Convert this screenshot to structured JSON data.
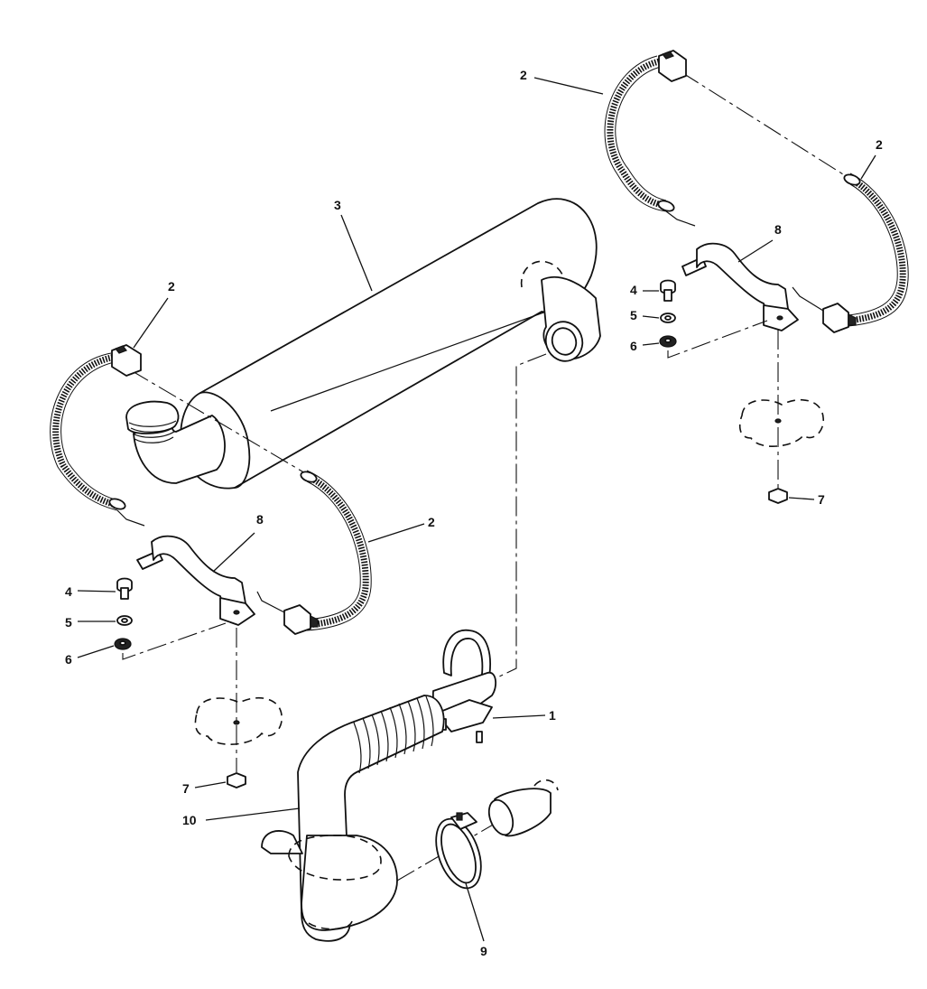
{
  "callouts": {
    "clamp_u_bolt": "1",
    "band_clamp_a": "2",
    "band_clamp_b": "2",
    "band_clamp_c": "2",
    "band_clamp_d": "2",
    "muffler": "3",
    "screw_left": "4",
    "lock_washer_left": "5",
    "flat_washer_left": "6",
    "nut_left": "7",
    "bracket_left": "8",
    "screw_right": "4",
    "lock_washer_right": "5",
    "flat_washer_right": "6",
    "nut_right": "7",
    "bracket_right": "8",
    "hose_clamp": "9",
    "exhaust_pipe": "10"
  }
}
